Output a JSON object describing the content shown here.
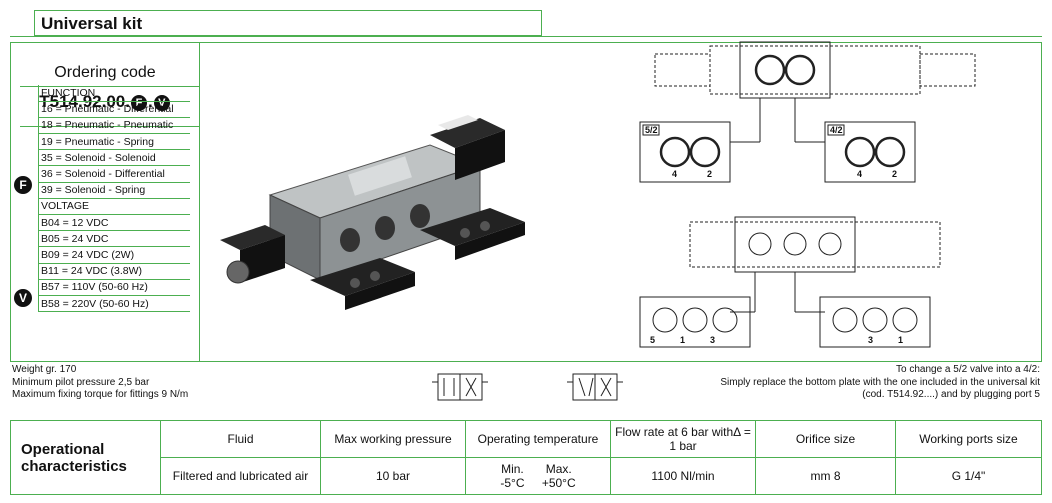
{
  "title": "Universal kit",
  "ordering": {
    "label": "Ordering code",
    "code_prefix": "T514.92.00.",
    "code_f": "F",
    "code_dot": ".",
    "code_v": "V"
  },
  "function_marker": "F",
  "voltage_marker": "V",
  "function_options": [
    "FUNCTION",
    "16 = Pneumatic - Differential",
    "18 = Pneumatic - Pneumatic",
    "19 = Pneumatic - Spring",
    "35 = Solenoid - Solenoid",
    "36 = Solenoid - Differential",
    "39 = Solenoid - Spring"
  ],
  "voltage_options": [
    "VOLTAGE",
    "B04 = 12 VDC",
    "B05 = 24 VDC",
    "B09 = 24 VDC (2W)",
    "B11 = 24 VDC (3.8W)",
    "B57 = 110V (50-60 Hz)",
    "B58 = 220V (50-60 Hz)"
  ],
  "notes_left": [
    "Weight gr. 170",
    "Minimum pilot pressure 2,5 bar",
    "Maximum fixing torque for fittings 9 N/m"
  ],
  "notes_right": [
    "To change a 5/2 valve into a 4/2:",
    "Simply replace the bottom plate with the one included in the universal kit",
    "(cod. T514.92....) and by plugging port 5"
  ],
  "drawing_labels": {
    "v52": "5/2",
    "v42": "4/2",
    "p4": "4",
    "p2": "2",
    "p5": "5",
    "p1": "1",
    "p3": "3"
  },
  "operational": {
    "title": "Operational characteristics",
    "headers": [
      "Fluid",
      "Max working pressure",
      "Operating temperature",
      "Flow rate at 6 bar withΔ = 1 bar",
      "Orifice size",
      "Working ports size"
    ],
    "values": [
      "Filtered and lubricated air",
      "10 bar",
      "",
      "1100 Nl/min",
      "mm 8",
      "G 1/4\""
    ],
    "temp_min_label": "Min.",
    "temp_min_value": "-5°C",
    "temp_max_label": "Max.",
    "temp_max_value": "+50°C"
  },
  "colors": {
    "border": "#4caf50"
  }
}
